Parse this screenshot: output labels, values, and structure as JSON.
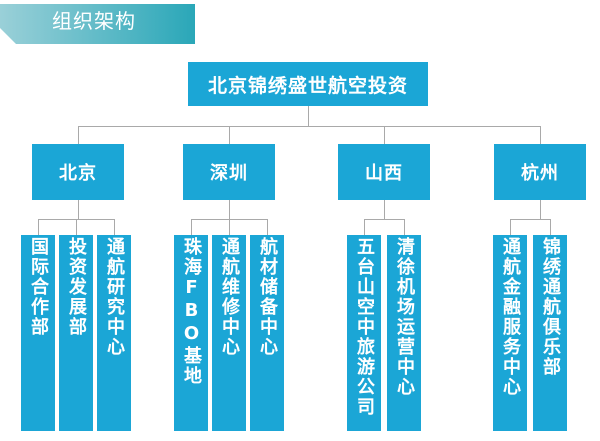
{
  "header": {
    "title": "组织架构"
  },
  "root": {
    "label": "北京锦绣盛世航空投资"
  },
  "cities": [
    {
      "label": "北京",
      "units": [
        "国际合作部",
        "投资发展部",
        "通航研究中心"
      ]
    },
    {
      "label": "深圳",
      "units": [
        "珠海FBO基地",
        "通航维修中心",
        "航材储备中心"
      ]
    },
    {
      "label": "山西",
      "units": [
        "五台山空中旅游公司",
        "清徐机场运营中心"
      ]
    },
    {
      "label": "杭州",
      "units": [
        "通航金融服务中心",
        "锦绣通航俱乐部"
      ]
    }
  ],
  "colors": {
    "box": "#1ba6d6",
    "header_bar": "#2aa7b8",
    "connector": "#a9a9a9"
  }
}
